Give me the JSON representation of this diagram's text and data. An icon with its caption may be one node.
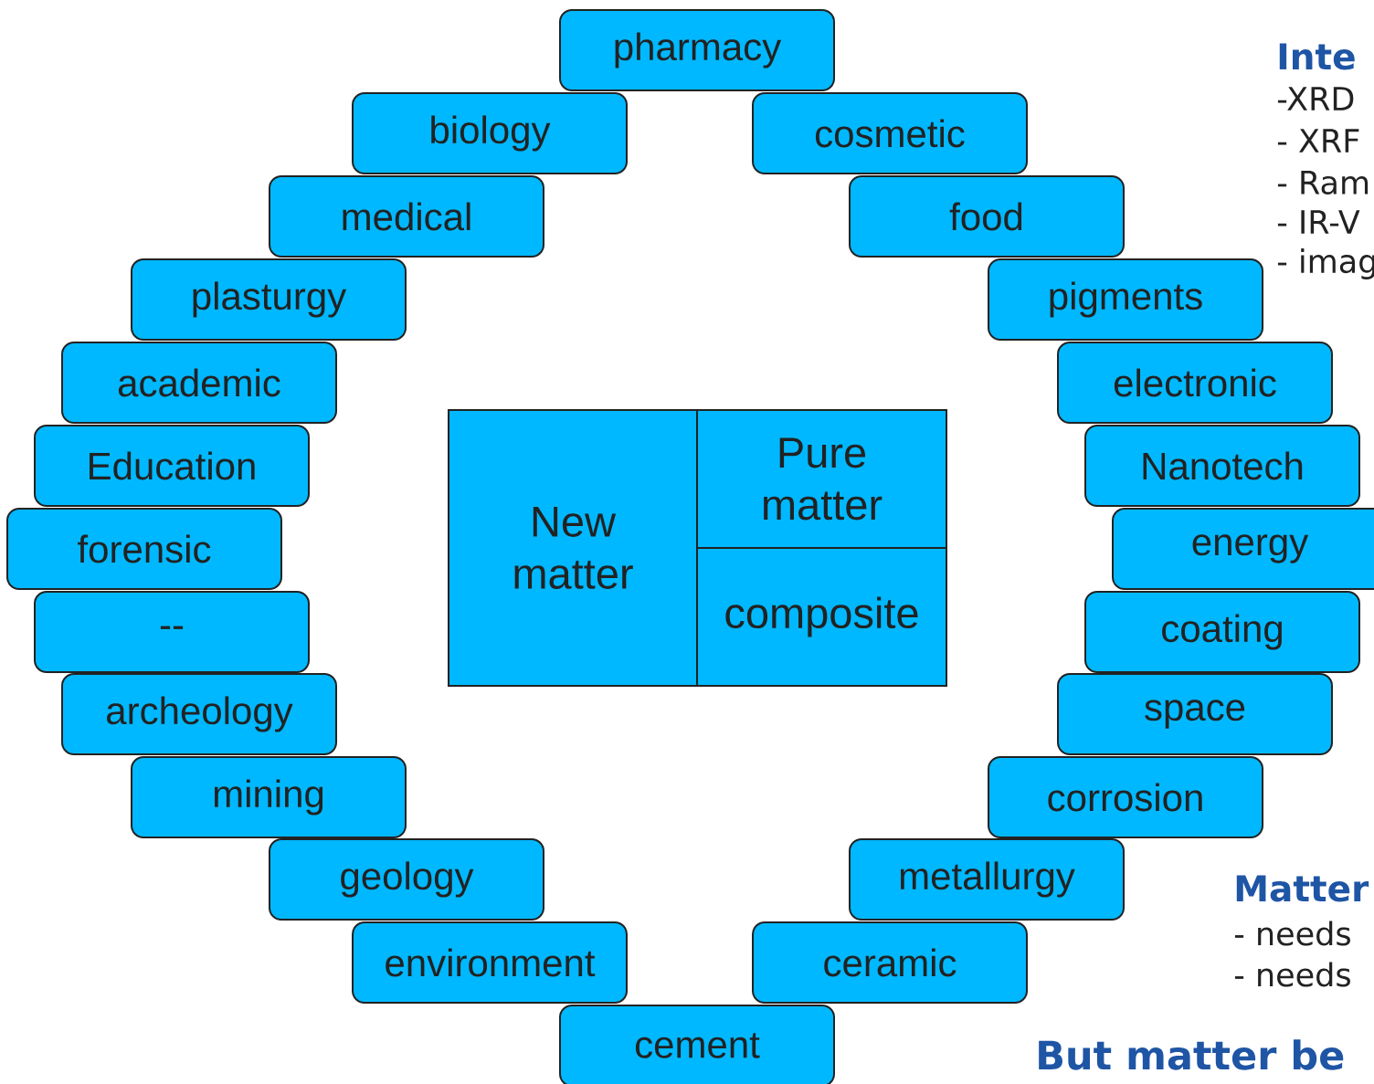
{
  "diagram": {
    "nodes": [
      {
        "text": [
          "pharmacy"
        ]
      },
      {
        "text": [
          "biology"
        ]
      },
      {
        "text": [
          "cosmetic"
        ]
      },
      {
        "text": [
          "medical"
        ]
      },
      {
        "text": [
          "food"
        ]
      },
      {
        "text": [
          "plasturgy"
        ]
      },
      {
        "text": [
          "pigments"
        ]
      },
      {
        "text": [
          "academic"
        ]
      },
      {
        "text": [
          "electronic"
        ]
      },
      {
        "text": [
          "Education"
        ]
      },
      {
        "text": [
          "Nanotech"
        ]
      },
      {
        "text": [
          "forensic"
        ]
      },
      {
        "text": [
          "energy"
        ]
      },
      {
        "text": [
          "--"
        ]
      },
      {
        "text": [
          "coating"
        ]
      },
      {
        "text": [
          "archeology"
        ]
      },
      {
        "text": [
          "space"
        ]
      },
      {
        "text": [
          "mining"
        ]
      },
      {
        "text": [
          "corrosion"
        ]
      },
      {
        "text": [
          "geology"
        ]
      },
      {
        "text": [
          "metallurgy"
        ]
      },
      {
        "text": [
          "environment"
        ]
      },
      {
        "text": [
          "ceramic"
        ]
      },
      {
        "text": [
          "cement"
        ]
      },
      {
        "text": [
          "New matter"
        ]
      },
      {
        "text": [
          "Pure matter"
        ]
      },
      {
        "text": [
          "composite"
        ]
      }
    ],
    "edges": [],
    "labels": [
      "Inte",
      "-XRD",
      "- XRF",
      "- Ram",
      "- IR-V",
      "- imag",
      "Matter",
      "- needs",
      "- needs",
      "But matter be"
    ]
  }
}
